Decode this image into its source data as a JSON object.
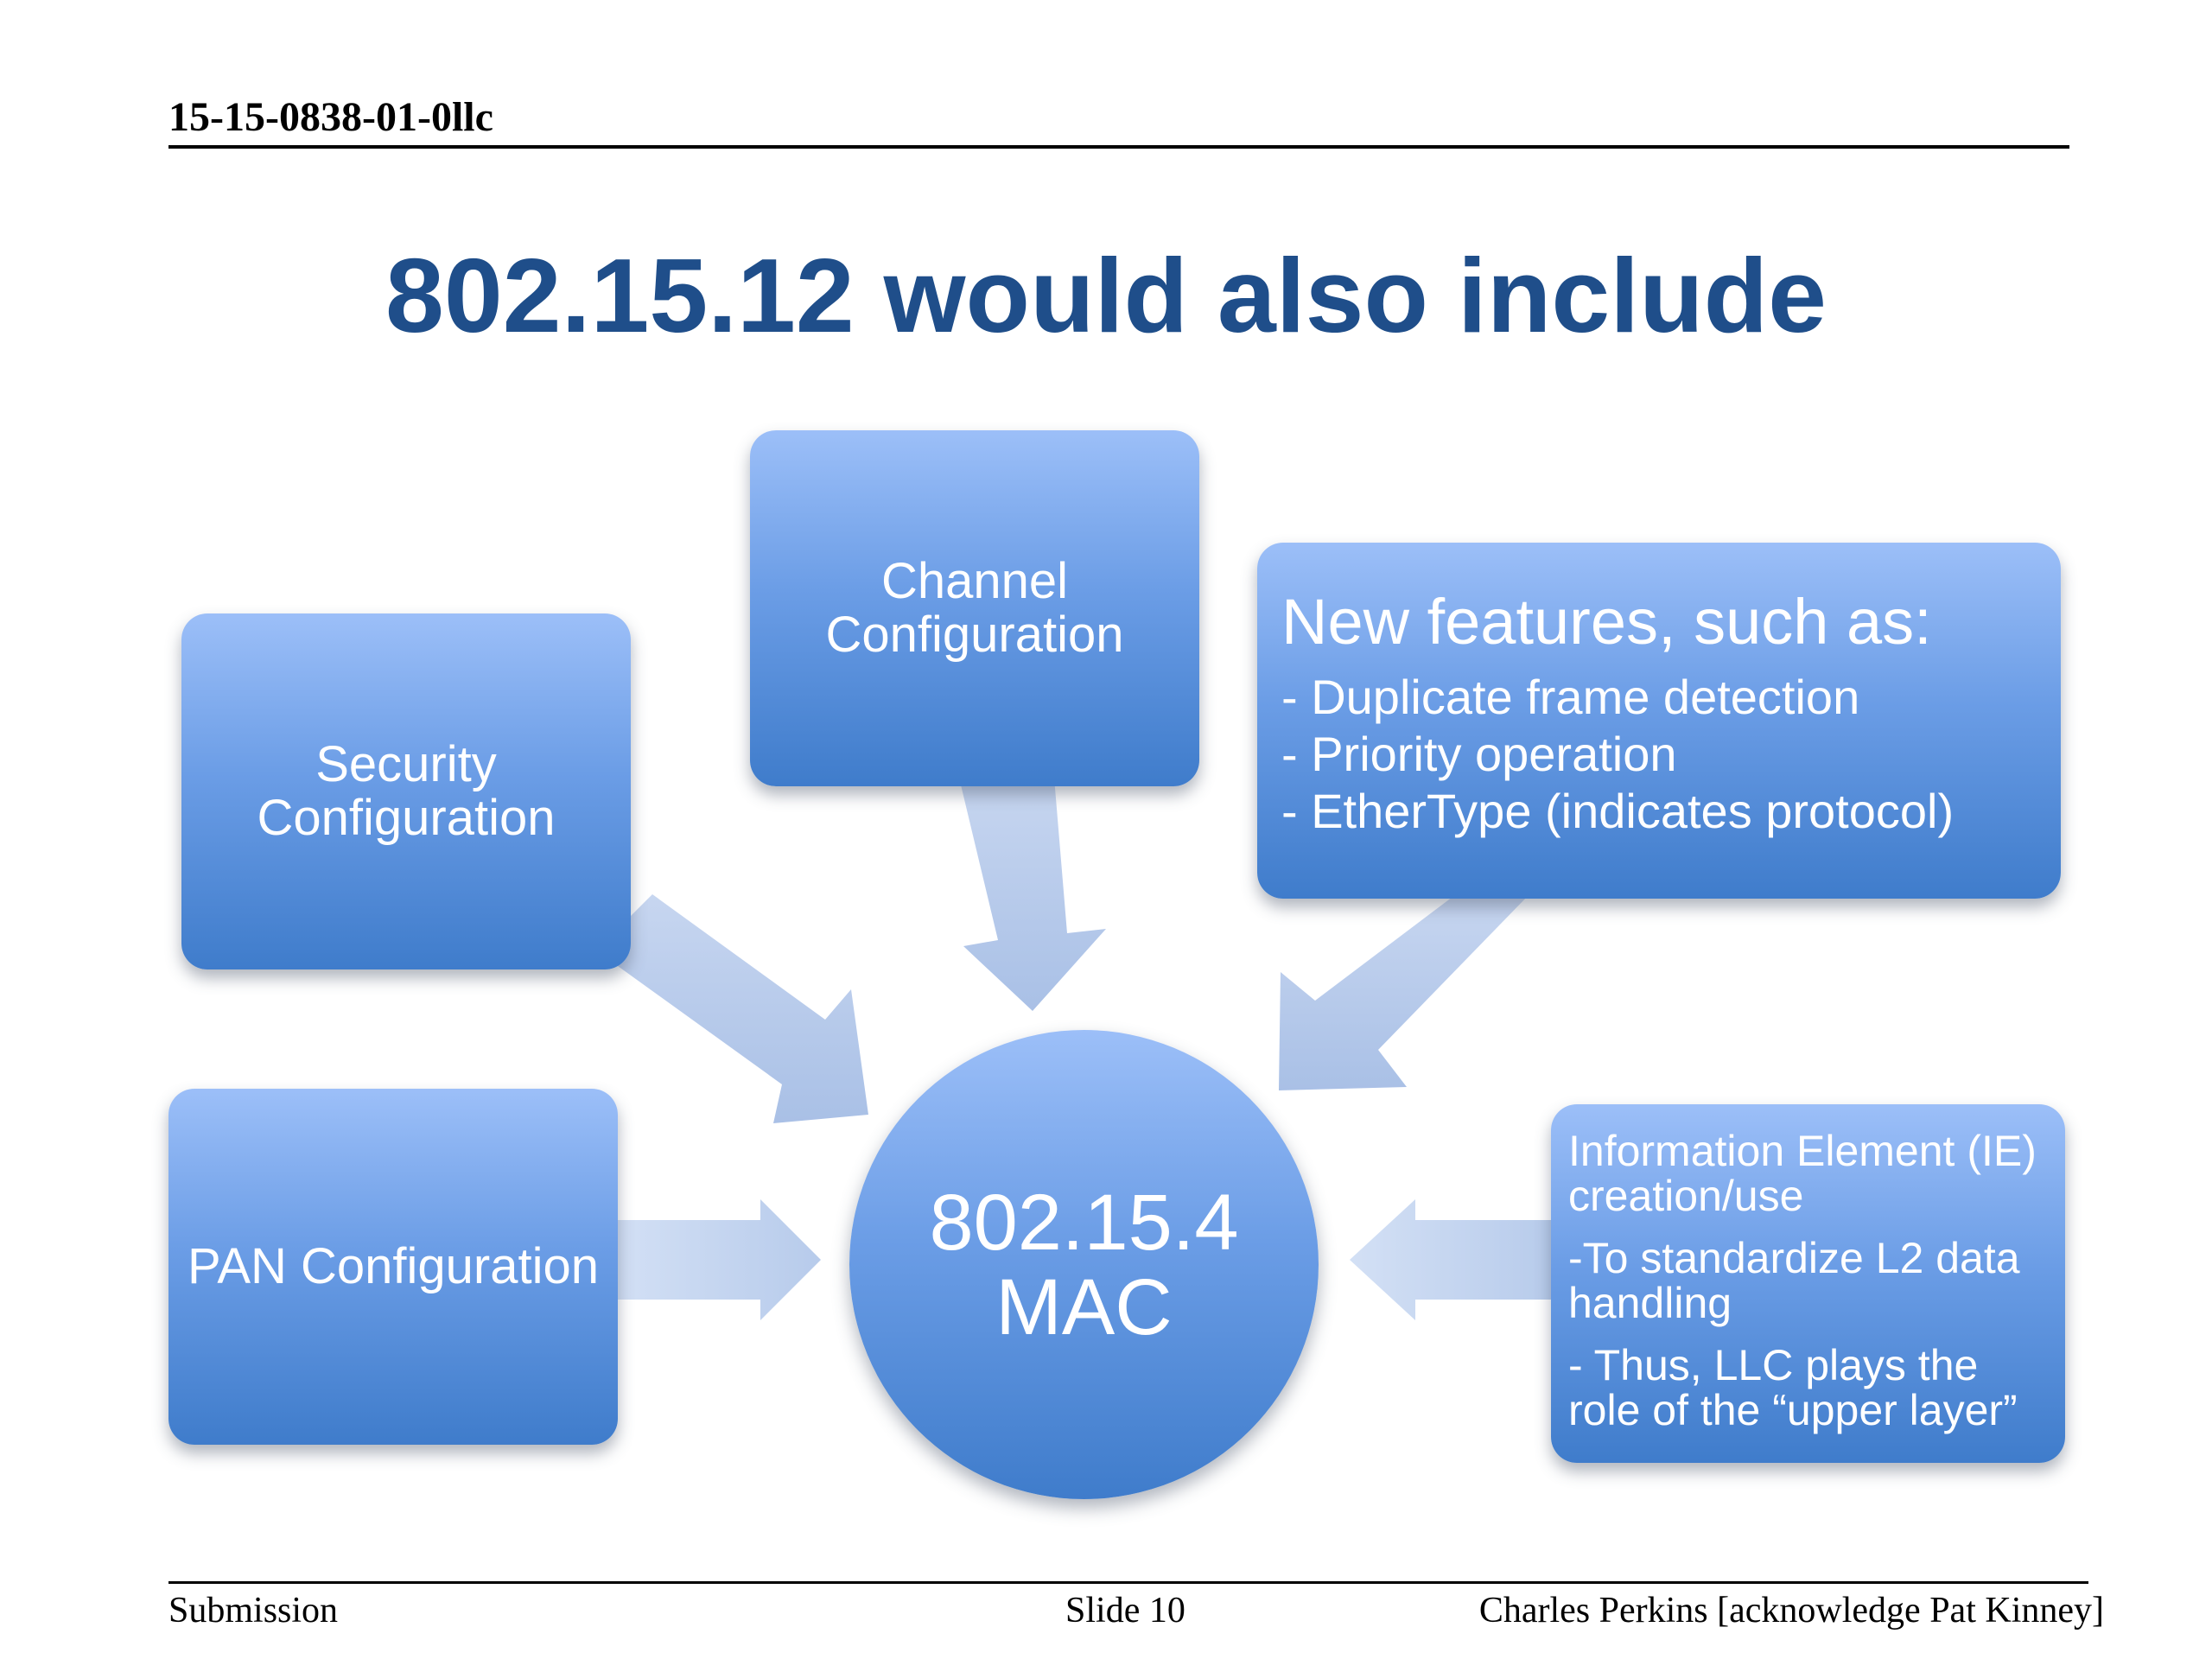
{
  "header": {
    "doc_id": "15-15-0838-01-0llc"
  },
  "slide": {
    "title": "802.15.12 would also include"
  },
  "diagram": {
    "channel": {
      "line1": "Channel",
      "line2": "Configuration"
    },
    "security": {
      "line1": "Security",
      "line2": "Configuration"
    },
    "pan": {
      "label": "PAN Configuration"
    },
    "mac": {
      "line1": "802.15.4",
      "line2": "MAC"
    },
    "features": {
      "heading": "New features, such as:",
      "items": [
        "- Duplicate frame detection",
        "-  Priority operation",
        "-  EtherType (indicates protocol)"
      ]
    },
    "ie": {
      "lines": [
        "Information Element (IE)",
        "creation/use",
        "-To standardize L2 data",
        "handling",
        "- Thus, LLC plays the",
        "role of the “upper layer”"
      ]
    }
  },
  "footer": {
    "left": "Submission",
    "center": "Slide 10",
    "right": "Charles Perkins [acknowledge Pat Kinney]"
  }
}
